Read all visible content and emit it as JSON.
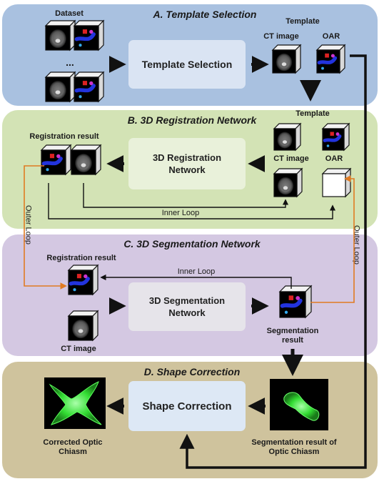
{
  "panels": {
    "a": {
      "title": "A. Template Selection",
      "bg": "#a9c1e0"
    },
    "b": {
      "title": "B. 3D Registration Network",
      "bg": "#d3e3b5"
    },
    "c": {
      "title": "C. 3D Segmentation Network",
      "bg": "#d4c8e2"
    },
    "d": {
      "title": "D. Shape Correction",
      "bg": "#cfc39d"
    }
  },
  "boxes": {
    "template_selection": "Template Selection",
    "registration_network": "3D Registration Network",
    "segmentation_network": "3D Segmentation Network",
    "shape_correction": "Shape Correction"
  },
  "labels": {
    "dataset": "Dataset",
    "ellipsis": "...",
    "template_a": "Template",
    "ct_image_a": "CT image",
    "oar_a": "OAR",
    "template_b": "Template",
    "ct_image_b": "CT image",
    "oar_b": "OAR",
    "registration_result_b": "Registration result",
    "inner_loop_b": "Inner Loop",
    "outer_loop_left": "Outer Loop",
    "outer_loop_right": "Outer Loop",
    "registration_result_c": "Registration result",
    "inner_loop_c": "Inner Loop",
    "ct_image_c": "CT image",
    "segmentation_result_c": "Segmentation result",
    "corrected_chiasm": "Corrected Optic Chiasm",
    "seg_result_chiasm": "Segmentation result of Optic Chiasm"
  },
  "colors": {
    "arrow": "#111111",
    "outer_loop": "#e07b22",
    "box_light": "#e3ebf7",
    "chiasm_green": "#3ee03e"
  },
  "icons": {
    "ct_volume": "ct-cube-icon",
    "oar_volume": "oar-cube-icon",
    "empty_volume": "empty-cube-icon",
    "chiasm_image": "chiasm-render-icon"
  }
}
